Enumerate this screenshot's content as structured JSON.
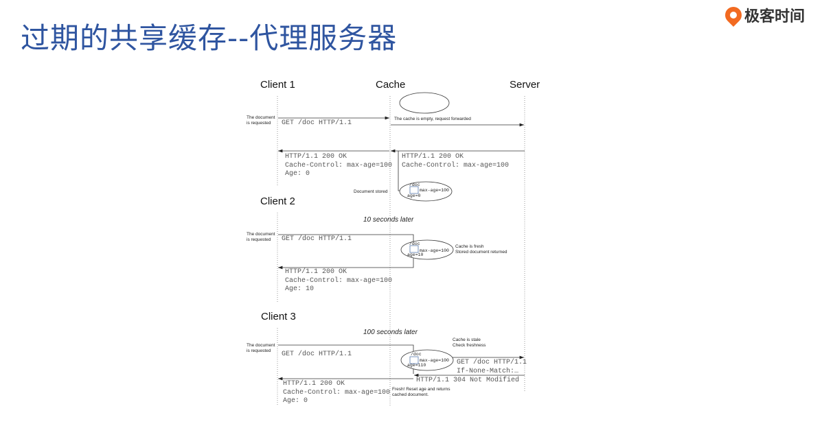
{
  "title": "过期的共享缓存--代理服务器",
  "logo": {
    "text": "极客时间"
  },
  "actors": {
    "client1": "Client 1",
    "cache": "Cache",
    "server": "Server",
    "client2": "Client 2",
    "client3": "Client 3"
  },
  "step1": {
    "note_requested": "The document\nis requested",
    "request": "GET /doc HTTP/1.1",
    "cache_note": "The cache is empty, request forwarded",
    "response_server": "HTTP/1.1 200 OK\nCache-Control: max-age=100",
    "response_client": "HTTP/1.1 200 OK\nCache-Control: max-age=100\nAge: 0",
    "stored_note": "Document stored",
    "doc": "/doc",
    "maxage": "max-age=100",
    "age": "age=0"
  },
  "step2": {
    "delay": "10 seconds later",
    "note_requested": "The document\nis requested",
    "request": "GET /doc HTTP/1.1",
    "doc": "/doc",
    "maxage": "max-age=100",
    "age": "age=10",
    "cache_note": "Cache is fresh\nStored document returned",
    "response_client": "HTTP/1.1 200 OK\nCache-Control: max-age=100\nAge: 10"
  },
  "step3": {
    "delay": "100 seconds later",
    "note_requested": "The document\nis requested",
    "request": "GET /doc HTTP/1.1",
    "doc": "/doc",
    "maxage": "max-age=100",
    "age": "age=110",
    "stale_note": "Cache is stale\nCheck freshness",
    "revalidate": "GET /doc HTTP/1.1\nIf-None-Match:…",
    "not_modified": "HTTP/1.1 304 Not Modified",
    "fresh_note": "Fresh! Reset age and returns\ncached document.",
    "response_client": "HTTP/1.1 200 OK\nCache-Control: max-age=100\nAge: 0"
  }
}
